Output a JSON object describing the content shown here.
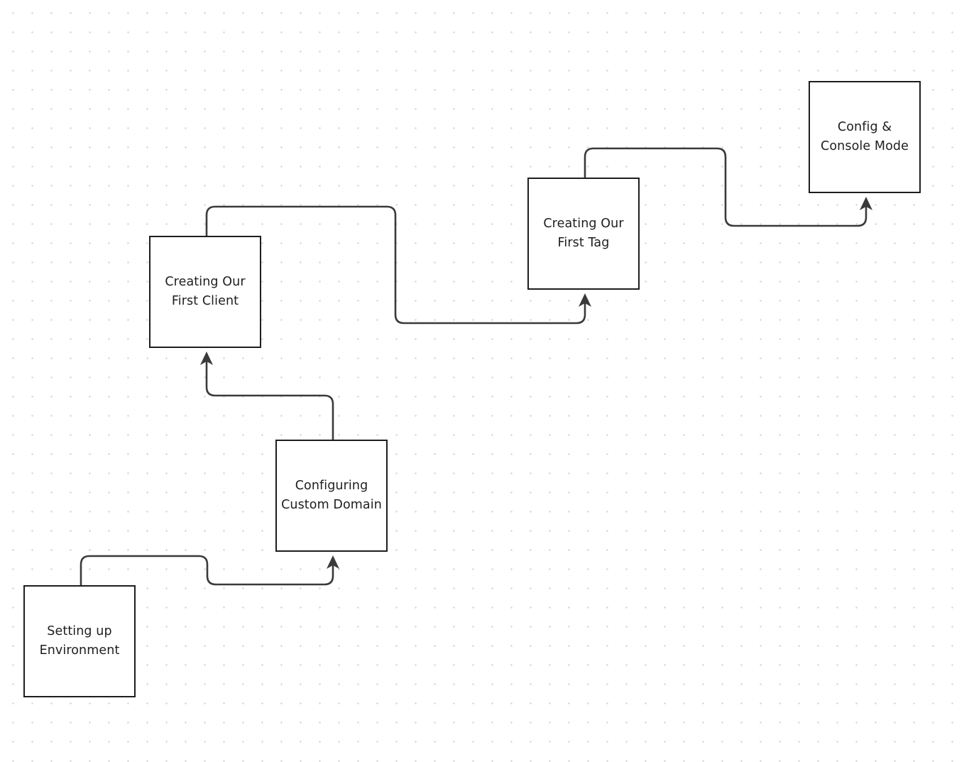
{
  "nodes": [
    {
      "id": "env",
      "label": "Setting up\nEnvironment"
    },
    {
      "id": "domain",
      "label": "Configuring\nCustom Domain"
    },
    {
      "id": "client",
      "label": "Creating Our\nFirst Client"
    },
    {
      "id": "tag",
      "label": "Creating Our\nFirst Tag"
    },
    {
      "id": "config",
      "label": "Config &\nConsole Mode"
    }
  ],
  "edges": [
    {
      "from": "env",
      "to": "domain"
    },
    {
      "from": "domain",
      "to": "client"
    },
    {
      "from": "client",
      "to": "tag"
    },
    {
      "from": "tag",
      "to": "config"
    }
  ],
  "colors": {
    "stroke": "#1e1e1e",
    "connector": "#3a3a3a",
    "grid_dot": "#d4d4d4",
    "background": "#ffffff"
  }
}
